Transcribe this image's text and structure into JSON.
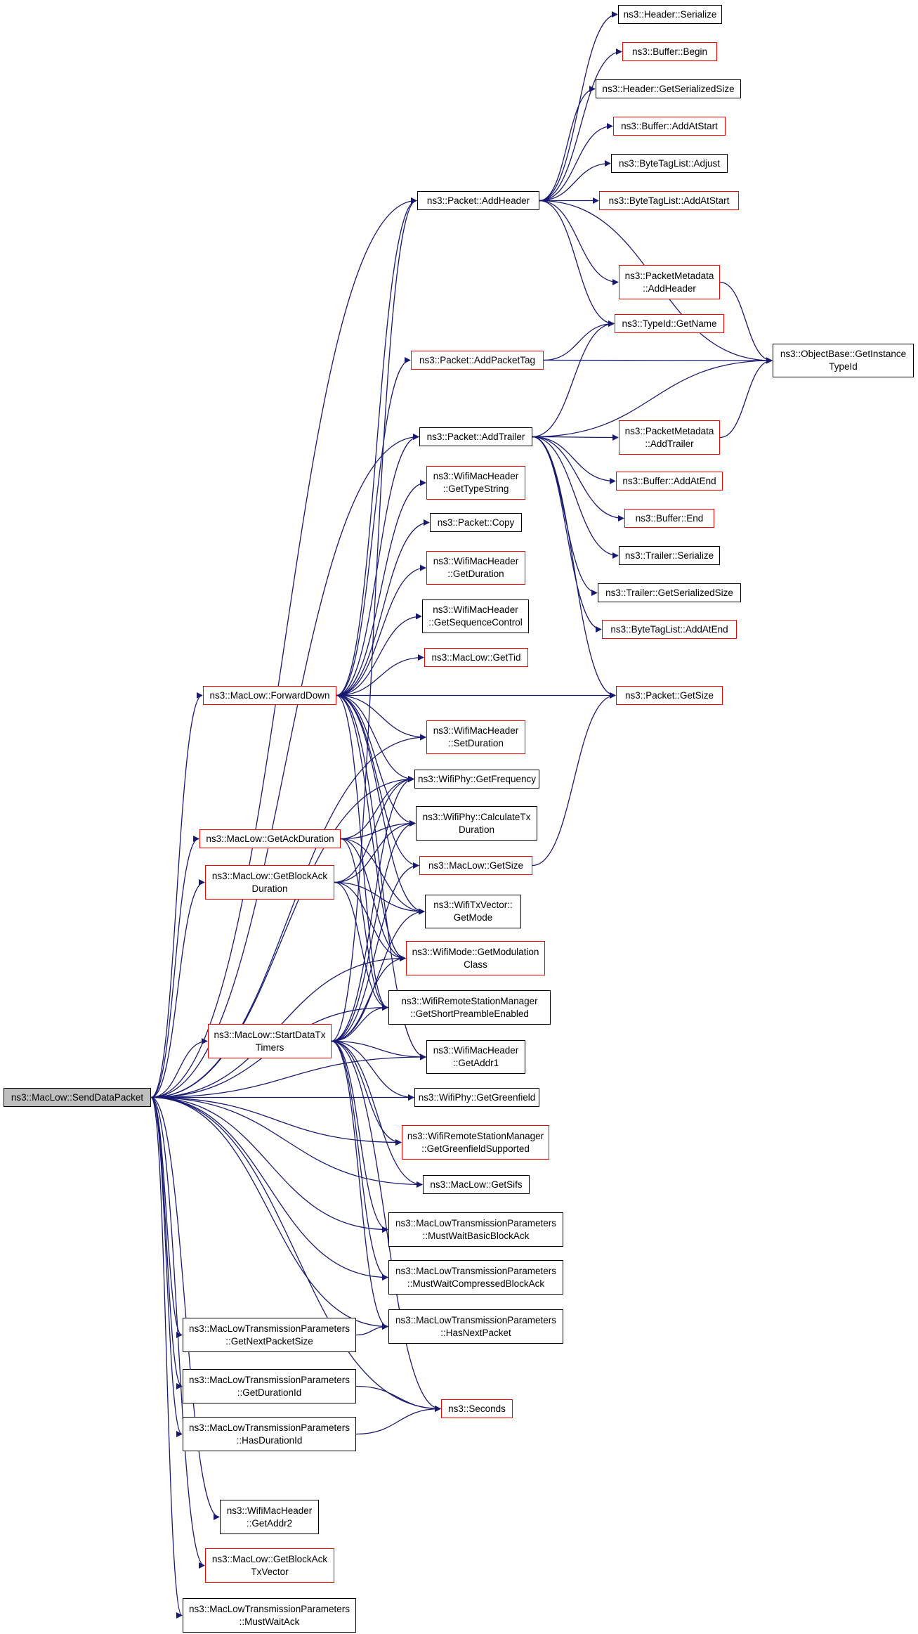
{
  "colors": {
    "edge": "#191970",
    "external_border": "#ff0000",
    "border": "#000000",
    "root_fill": "#bfbfbf"
  },
  "nodes": [
    {
      "id": "SendDataPacket",
      "label": "ns3::MacLow::SendDataPacket",
      "style": "root"
    },
    {
      "id": "HeaderSerialize",
      "label": "ns3::Header::Serialize",
      "style": "black"
    },
    {
      "id": "BufferBegin",
      "label": "ns3::Buffer::Begin",
      "style": "red"
    },
    {
      "id": "HeaderGetSerializedSize",
      "label": "ns3::Header::GetSerializedSize",
      "style": "black"
    },
    {
      "id": "BufferAddAtStart",
      "label": "ns3::Buffer::AddAtStart",
      "style": "red"
    },
    {
      "id": "ByteTagListAdjust",
      "label": "ns3::ByteTagList::Adjust",
      "style": "black"
    },
    {
      "id": "PacketAddHeader",
      "label": "ns3::Packet::AddHeader",
      "style": "black"
    },
    {
      "id": "ByteTagListAddAtStart",
      "label": "ns3::ByteTagList::AddAtStart",
      "style": "red"
    },
    {
      "id": "PacketMetadataAddHeader",
      "label": "ns3::PacketMetadata\n::AddHeader",
      "style": "red"
    },
    {
      "id": "TypeIdGetName",
      "label": "ns3::TypeId::GetName",
      "style": "red"
    },
    {
      "id": "PacketAddPacketTag",
      "label": "ns3::Packet::AddPacketTag",
      "style": "red"
    },
    {
      "id": "ObjectBaseGetInstanceTypeId",
      "label": "ns3::ObjectBase::GetInstance\nTypeId",
      "style": "black"
    },
    {
      "id": "PacketAddTrailer",
      "label": "ns3::Packet::AddTrailer",
      "style": "black"
    },
    {
      "id": "PacketMetadataAddTrailer",
      "label": "ns3::PacketMetadata\n::AddTrailer",
      "style": "red"
    },
    {
      "id": "WifiMacHeaderGetTypeString",
      "label": "ns3::WifiMacHeader\n::GetTypeString",
      "style": "red"
    },
    {
      "id": "BufferAddAtEnd",
      "label": "ns3::Buffer::AddAtEnd",
      "style": "red"
    },
    {
      "id": "BufferEnd",
      "label": "ns3::Buffer::End",
      "style": "red"
    },
    {
      "id": "PacketCopy",
      "label": "ns3::Packet::Copy",
      "style": "black"
    },
    {
      "id": "TrailerSerialize",
      "label": "ns3::Trailer::Serialize",
      "style": "black"
    },
    {
      "id": "WifiMacHeaderGetDuration",
      "label": "ns3::WifiMacHeader\n::GetDuration",
      "style": "red"
    },
    {
      "id": "TrailerGetSerializedSize",
      "label": "ns3::Trailer::GetSerializedSize",
      "style": "black"
    },
    {
      "id": "WifiMacHeaderGetSequenceControl",
      "label": "ns3::WifiMacHeader\n::GetSequenceControl",
      "style": "black"
    },
    {
      "id": "ByteTagListAddAtEnd",
      "label": "ns3::ByteTagList::AddAtEnd",
      "style": "red"
    },
    {
      "id": "MacLowGetTid",
      "label": "ns3::MacLow::GetTid",
      "style": "red"
    },
    {
      "id": "MacLowForwardDown",
      "label": "ns3::MacLow::ForwardDown",
      "style": "red"
    },
    {
      "id": "PacketGetSize",
      "label": "ns3::Packet::GetSize",
      "style": "red"
    },
    {
      "id": "WifiMacHeaderSetDuration",
      "label": "ns3::WifiMacHeader\n::SetDuration",
      "style": "red"
    },
    {
      "id": "WifiPhyGetFrequency",
      "label": "ns3::WifiPhy::GetFrequency",
      "style": "black"
    },
    {
      "id": "MacLowGetAckDuration",
      "label": "ns3::MacLow::GetAckDuration",
      "style": "red"
    },
    {
      "id": "WifiPhyCalculateTxDuration",
      "label": "ns3::WifiPhy::CalculateTx\nDuration",
      "style": "black"
    },
    {
      "id": "MacLowGetBlockAckDuration",
      "label": "ns3::MacLow::GetBlockAck\nDuration",
      "style": "red"
    },
    {
      "id": "MacLowGetSize",
      "label": "ns3::MacLow::GetSize",
      "style": "red"
    },
    {
      "id": "WifiTxVectorGetMode",
      "label": "ns3::WifiTxVector::\nGetMode",
      "style": "black"
    },
    {
      "id": "WifiModeGetModulationClass",
      "label": "ns3::WifiMode::GetModulation\nClass",
      "style": "red"
    },
    {
      "id": "GetShortPreambleEnabled",
      "label": "ns3::WifiRemoteStationManager\n::GetShortPreambleEnabled",
      "style": "black"
    },
    {
      "id": "MacLowStartDataTxTimers",
      "label": "ns3::MacLow::StartDataTx\nTimers",
      "style": "red"
    },
    {
      "id": "WifiMacHeaderGetAddr1",
      "label": "ns3::WifiMacHeader\n::GetAddr1",
      "style": "black"
    },
    {
      "id": "WifiPhyGetGreenfield",
      "label": "ns3::WifiPhy::GetGreenfield",
      "style": "black"
    },
    {
      "id": "GetGreenfieldSupported",
      "label": "ns3::WifiRemoteStationManager\n::GetGreenfieldSupported",
      "style": "red"
    },
    {
      "id": "MacLowGetSifs",
      "label": "ns3::MacLow::GetSifs",
      "style": "black"
    },
    {
      "id": "MustWaitBasicBlockAck",
      "label": "ns3::MacLowTransmissionParameters\n::MustWaitBasicBlockAck",
      "style": "black"
    },
    {
      "id": "MustWaitCompressedBlockAck",
      "label": "ns3::MacLowTransmissionParameters\n::MustWaitCompressedBlockAck",
      "style": "black"
    },
    {
      "id": "GetNextPacketSize",
      "label": "ns3::MacLowTransmissionParameters\n::GetNextPacketSize",
      "style": "black"
    },
    {
      "id": "HasNextPacket",
      "label": "ns3::MacLowTransmissionParameters\n::HasNextPacket",
      "style": "black"
    },
    {
      "id": "GetDurationId",
      "label": "ns3::MacLowTransmissionParameters\n::GetDurationId",
      "style": "black"
    },
    {
      "id": "Seconds",
      "label": "ns3::Seconds",
      "style": "red"
    },
    {
      "id": "HasDurationId",
      "label": "ns3::MacLowTransmissionParameters\n::HasDurationId",
      "style": "black"
    },
    {
      "id": "WifiMacHeaderGetAddr2",
      "label": "ns3::WifiMacHeader\n::GetAddr2",
      "style": "black"
    },
    {
      "id": "MacLowGetBlockAckTxVector",
      "label": "ns3::MacLow::GetBlockAck\nTxVector",
      "style": "red"
    },
    {
      "id": "MustWaitAck",
      "label": "ns3::MacLowTransmissionParameters\n::MustWaitAck",
      "style": "black"
    }
  ],
  "edges": [
    [
      "PacketAddHeader",
      "HeaderSerialize"
    ],
    [
      "PacketAddHeader",
      "BufferBegin"
    ],
    [
      "PacketAddHeader",
      "HeaderGetSerializedSize"
    ],
    [
      "PacketAddHeader",
      "BufferAddAtStart"
    ],
    [
      "PacketAddHeader",
      "ByteTagListAdjust"
    ],
    [
      "PacketAddHeader",
      "ByteTagListAddAtStart"
    ],
    [
      "PacketAddHeader",
      "PacketMetadataAddHeader"
    ],
    [
      "PacketAddHeader",
      "TypeIdGetName"
    ],
    [
      "PacketAddHeader",
      "ObjectBaseGetInstanceTypeId"
    ],
    [
      "PacketMetadataAddHeader",
      "ObjectBaseGetInstanceTypeId"
    ],
    [
      "PacketAddPacketTag",
      "TypeIdGetName"
    ],
    [
      "PacketAddPacketTag",
      "ObjectBaseGetInstanceTypeId"
    ],
    [
      "PacketAddTrailer",
      "TypeIdGetName"
    ],
    [
      "PacketAddTrailer",
      "ObjectBaseGetInstanceTypeId"
    ],
    [
      "PacketAddTrailer",
      "PacketMetadataAddTrailer"
    ],
    [
      "PacketAddTrailer",
      "BufferAddAtEnd"
    ],
    [
      "PacketAddTrailer",
      "BufferEnd"
    ],
    [
      "PacketAddTrailer",
      "TrailerSerialize"
    ],
    [
      "PacketAddTrailer",
      "TrailerGetSerializedSize"
    ],
    [
      "PacketAddTrailer",
      "ByteTagListAddAtEnd"
    ],
    [
      "PacketAddTrailer",
      "PacketGetSize"
    ],
    [
      "PacketMetadataAddTrailer",
      "ObjectBaseGetInstanceTypeId"
    ],
    [
      "MacLowForwardDown",
      "PacketAddHeader"
    ],
    [
      "MacLowForwardDown",
      "PacketAddPacketTag"
    ],
    [
      "MacLowForwardDown",
      "PacketAddTrailer"
    ],
    [
      "MacLowForwardDown",
      "WifiMacHeaderGetTypeString"
    ],
    [
      "MacLowForwardDown",
      "PacketCopy"
    ],
    [
      "MacLowForwardDown",
      "WifiMacHeaderGetDuration"
    ],
    [
      "MacLowForwardDown",
      "WifiMacHeaderGetSequenceControl"
    ],
    [
      "MacLowForwardDown",
      "MacLowGetTid"
    ],
    [
      "MacLowForwardDown",
      "PacketGetSize"
    ],
    [
      "MacLowForwardDown",
      "WifiMacHeaderSetDuration"
    ],
    [
      "MacLowForwardDown",
      "WifiPhyGetFrequency"
    ],
    [
      "MacLowForwardDown",
      "WifiPhyCalculateTxDuration"
    ],
    [
      "MacLowForwardDown",
      "MacLowGetSize"
    ],
    [
      "MacLowForwardDown",
      "WifiTxVectorGetMode"
    ],
    [
      "MacLowForwardDown",
      "WifiModeGetModulationClass"
    ],
    [
      "MacLowForwardDown",
      "GetShortPreambleEnabled"
    ],
    [
      "MacLowForwardDown",
      "WifiMacHeaderGetAddr1"
    ],
    [
      "MacLowGetSize",
      "PacketGetSize"
    ],
    [
      "MacLowGetAckDuration",
      "WifiPhyGetFrequency"
    ],
    [
      "MacLowGetAckDuration",
      "WifiPhyCalculateTxDuration"
    ],
    [
      "MacLowGetAckDuration",
      "WifiTxVectorGetMode"
    ],
    [
      "MacLowGetAckDuration",
      "WifiModeGetModulationClass"
    ],
    [
      "MacLowGetAckDuration",
      "GetShortPreambleEnabled"
    ],
    [
      "MacLowGetBlockAckDuration",
      "WifiPhyGetFrequency"
    ],
    [
      "MacLowGetBlockAckDuration",
      "WifiPhyCalculateTxDuration"
    ],
    [
      "MacLowGetBlockAckDuration",
      "WifiTxVectorGetMode"
    ],
    [
      "MacLowGetBlockAckDuration",
      "WifiModeGetModulationClass"
    ],
    [
      "MacLowGetBlockAckDuration",
      "GetShortPreambleEnabled"
    ],
    [
      "MacLowStartDataTxTimers",
      "PacketAddHeader"
    ],
    [
      "MacLowStartDataTxTimers",
      "WifiPhyGetFrequency"
    ],
    [
      "MacLowStartDataTxTimers",
      "WifiPhyCalculateTxDuration"
    ],
    [
      "MacLowStartDataTxTimers",
      "MacLowGetSize"
    ],
    [
      "MacLowStartDataTxTimers",
      "WifiTxVectorGetMode"
    ],
    [
      "MacLowStartDataTxTimers",
      "WifiModeGetModulationClass"
    ],
    [
      "MacLowStartDataTxTimers",
      "GetShortPreambleEnabled"
    ],
    [
      "MacLowStartDataTxTimers",
      "WifiMacHeaderGetAddr1"
    ],
    [
      "MacLowStartDataTxTimers",
      "WifiPhyGetGreenfield"
    ],
    [
      "MacLowStartDataTxTimers",
      "GetGreenfieldSupported"
    ],
    [
      "MacLowStartDataTxTimers",
      "MacLowGetSifs"
    ],
    [
      "MacLowStartDataTxTimers",
      "MustWaitBasicBlockAck"
    ],
    [
      "MacLowStartDataTxTimers",
      "MustWaitCompressedBlockAck"
    ],
    [
      "MacLowStartDataTxTimers",
      "HasNextPacket"
    ],
    [
      "MacLowStartDataTxTimers",
      "Seconds"
    ],
    [
      "GetNextPacketSize",
      "HasNextPacket"
    ],
    [
      "GetDurationId",
      "Seconds"
    ],
    [
      "HasDurationId",
      "Seconds"
    ],
    [
      "SendDataPacket",
      "PacketAddHeader"
    ],
    [
      "SendDataPacket",
      "PacketAddTrailer"
    ],
    [
      "SendDataPacket",
      "MacLowForwardDown"
    ],
    [
      "SendDataPacket",
      "WifiMacHeaderSetDuration"
    ],
    [
      "SendDataPacket",
      "WifiPhyGetFrequency"
    ],
    [
      "SendDataPacket",
      "MacLowGetAckDuration"
    ],
    [
      "SendDataPacket",
      "MacLowGetBlockAckDuration"
    ],
    [
      "SendDataPacket",
      "WifiModeGetModulationClass"
    ],
    [
      "SendDataPacket",
      "GetShortPreambleEnabled"
    ],
    [
      "SendDataPacket",
      "MacLowStartDataTxTimers"
    ],
    [
      "SendDataPacket",
      "WifiMacHeaderGetAddr1"
    ],
    [
      "SendDataPacket",
      "WifiPhyGetGreenfield"
    ],
    [
      "SendDataPacket",
      "GetGreenfieldSupported"
    ],
    [
      "SendDataPacket",
      "MacLowGetSifs"
    ],
    [
      "SendDataPacket",
      "MustWaitBasicBlockAck"
    ],
    [
      "SendDataPacket",
      "MustWaitCompressedBlockAck"
    ],
    [
      "SendDataPacket",
      "GetNextPacketSize"
    ],
    [
      "SendDataPacket",
      "HasNextPacket"
    ],
    [
      "SendDataPacket",
      "GetDurationId"
    ],
    [
      "SendDataPacket",
      "Seconds"
    ],
    [
      "SendDataPacket",
      "HasDurationId"
    ],
    [
      "SendDataPacket",
      "WifiMacHeaderGetAddr2"
    ],
    [
      "SendDataPacket",
      "MacLowGetBlockAckTxVector"
    ],
    [
      "SendDataPacket",
      "MustWaitAck"
    ]
  ]
}
